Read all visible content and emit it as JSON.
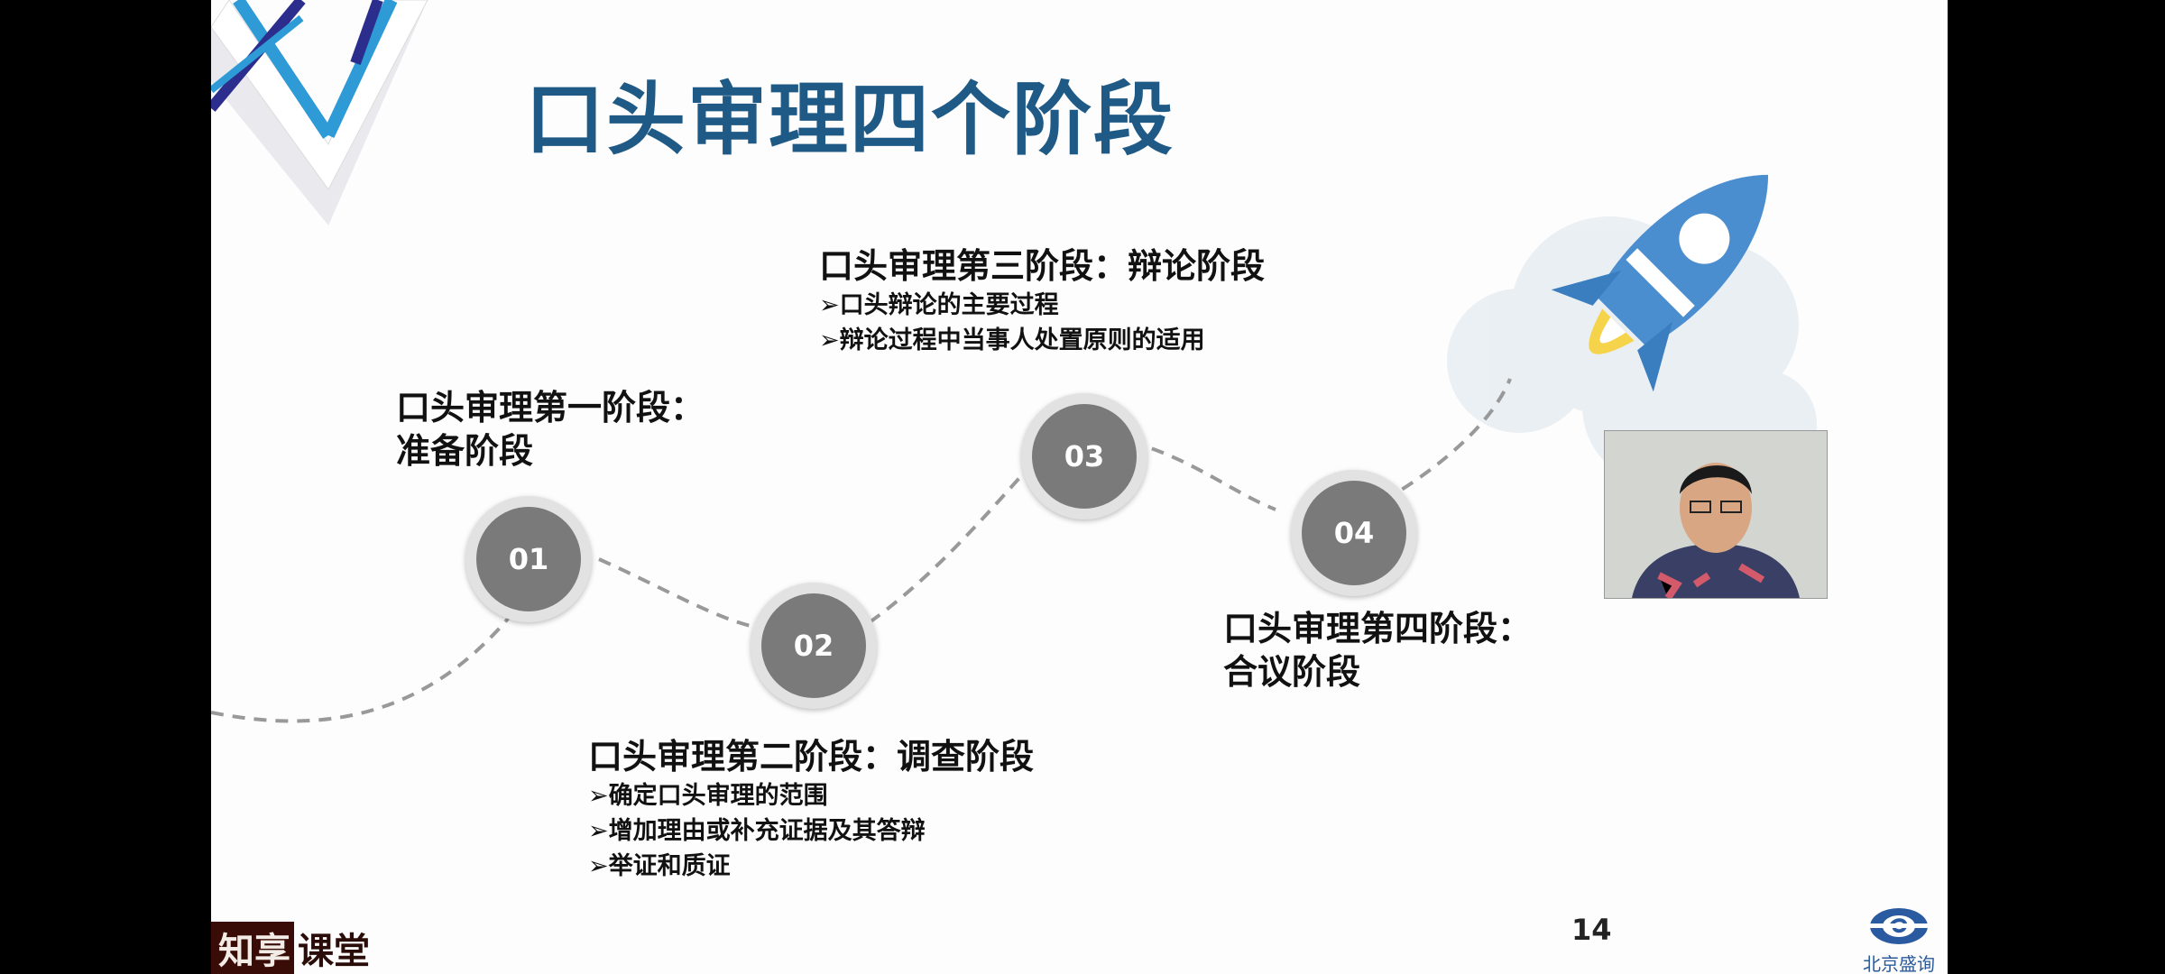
{
  "title": "口头审理四个阶段",
  "stages": [
    {
      "number": "01",
      "title_line1": "口头审理第一阶段：",
      "title_line2": "准备阶段",
      "bullets": []
    },
    {
      "number": "02",
      "title_line1": "口头审理第二阶段：调查阶段",
      "bullets": [
        "➢确定口头审理的范围",
        "➢增加理由或补充证据及其答辩",
        "➢举证和质证"
      ]
    },
    {
      "number": "03",
      "title_line1": "口头审理第三阶段：辩论阶段",
      "bullets": [
        "➢口头辩论的主要过程",
        "➢辩论过程中当事人处置原则的适用"
      ]
    },
    {
      "number": "04",
      "title_line1": "口头审理第四阶段：",
      "title_line2": "合议阶段",
      "bullets": []
    }
  ],
  "page_number": "14",
  "brand": {
    "part1": "知享",
    "part2": "课堂"
  },
  "logo_text": "北京盛询",
  "colors": {
    "title": "#1f5a86",
    "circle": "#7a7a7a",
    "accent_blue": "#2e9ad6",
    "accent_navy": "#2b2e8c"
  }
}
